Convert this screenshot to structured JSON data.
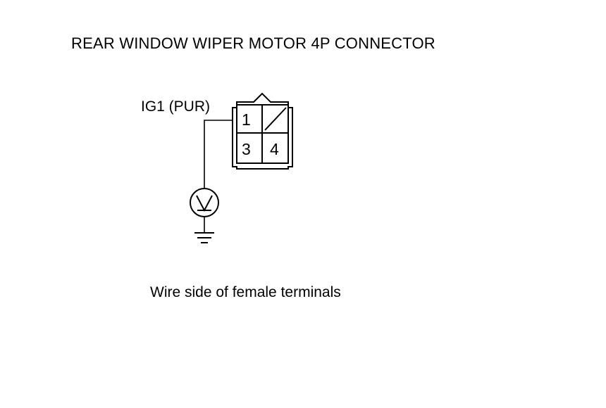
{
  "title": "REAR WINDOW WIPER MOTOR 4P CONNECTOR",
  "wire_label": "IG1 (PUR)",
  "connector": {
    "pins": [
      {
        "number": "1"
      },
      {
        "number": "3"
      },
      {
        "number": "4"
      }
    ],
    "cavity_2": "blank"
  },
  "meter": {
    "symbol": "V",
    "icon": "voltmeter-icon"
  },
  "ground": {
    "icon": "ground-icon"
  },
  "caption": "Wire side of female terminals"
}
